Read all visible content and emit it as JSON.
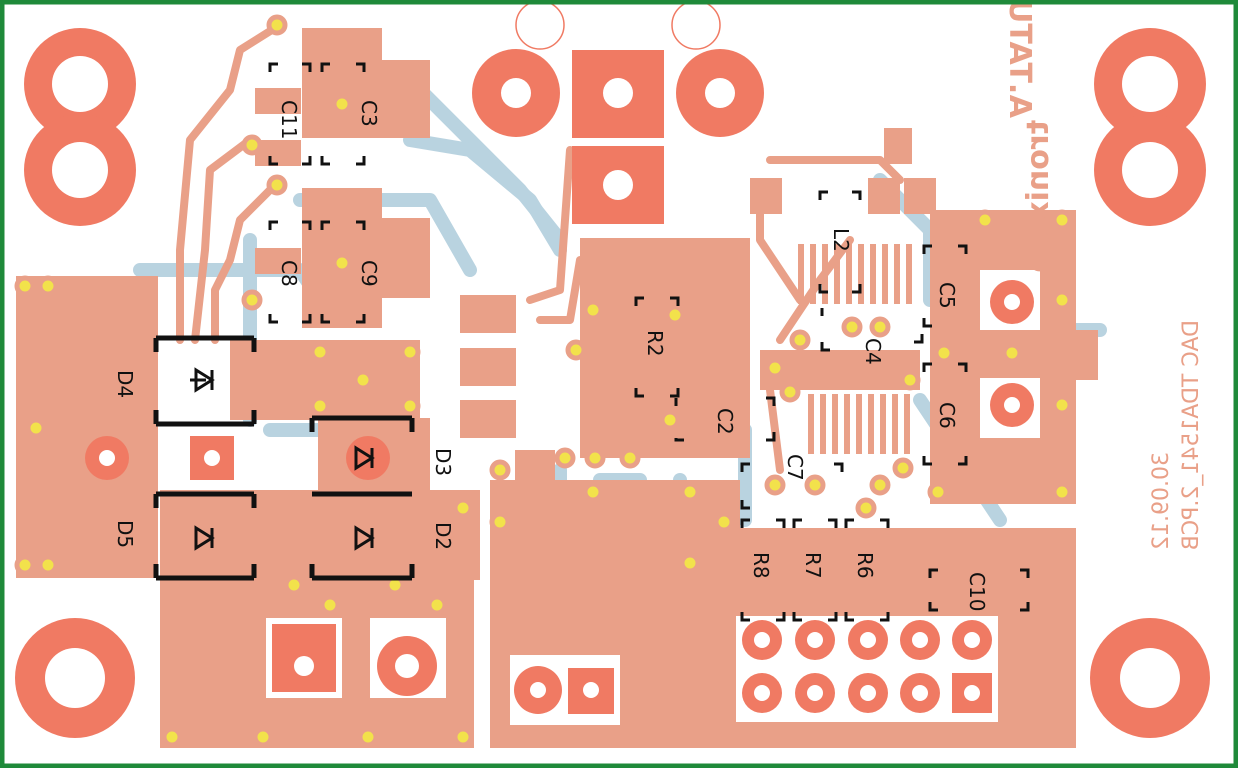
{
  "colors": {
    "border": "#1f8a3a",
    "board": "#ffffff",
    "copper_top": "#e9a088",
    "copper_pad": "#f07a63",
    "copper_bottom": "#b9d3e0",
    "via": "#f2e24b",
    "silk": "#111111",
    "silk_mirror": "#e9a088"
  },
  "labels": {
    "c11": "C11",
    "c3": "C3",
    "c8": "C8",
    "c9": "C9",
    "d4": "D4",
    "d5": "D5",
    "d3": "D3",
    "d2": "D2",
    "r2": "R2",
    "c2": "C2",
    "l2": "L2",
    "c4": "C4",
    "c5": "C5",
    "c6": "C6",
    "c7": "C7",
    "r8": "R8",
    "r7": "R7",
    "r6": "R6",
    "c10": "C10"
  },
  "mirror_text": {
    "logo_line1": "tronixlab",
    "logo_line2": "A.TATUS",
    "pcb_name": "DAC TDA1541_2.PCB",
    "version": "30.09.12"
  }
}
